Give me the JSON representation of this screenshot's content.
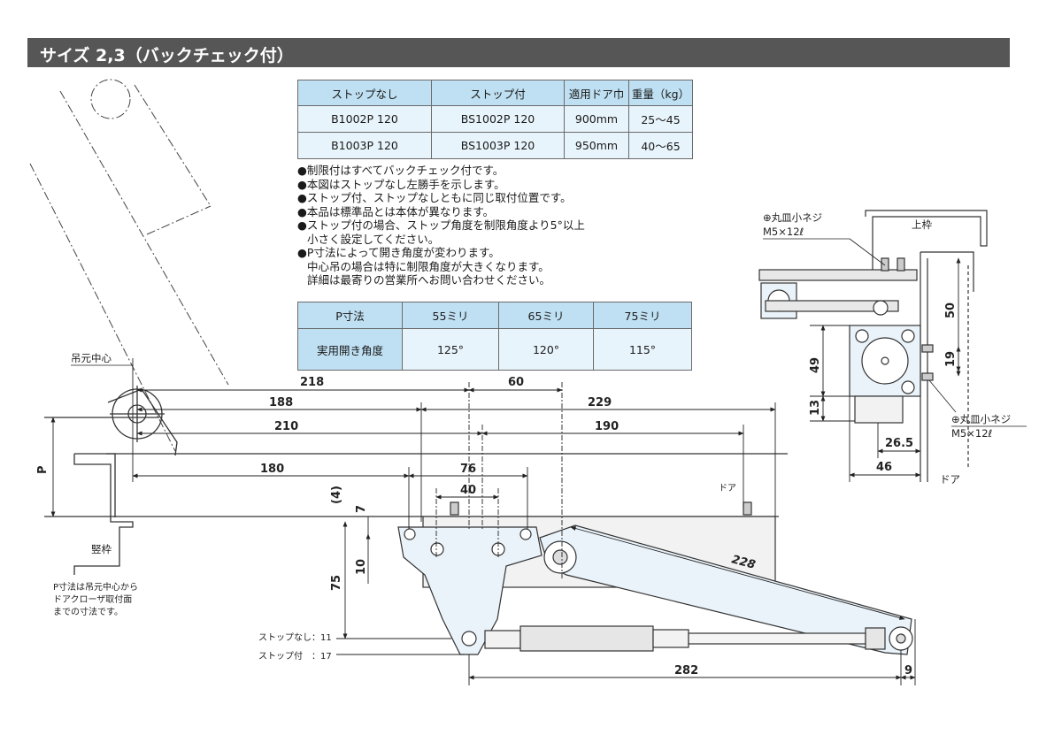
{
  "header": {
    "title": "サイズ  2,3（バックチェック付）"
  },
  "models_table": {
    "headers": [
      "ストップなし",
      "ストップ付",
      "適用ドア巾",
      "重量（kg）"
    ],
    "rows": [
      [
        "B1002P 120",
        "BS1002P 120",
        "900mm",
        "25〜45"
      ],
      [
        "B1003P 120",
        "BS1003P 120",
        "950mm",
        "40〜65"
      ]
    ]
  },
  "notes": [
    "●制限付はすべてバックチェック付です。",
    "●本図はストップなし左勝手を示します。",
    "●ストップ付、ストップなしともに同じ取付位置です。",
    "●本品は標準品とは本体が異なります。",
    "●ストップ付の場合、ストップ角度を制限角度より5°以上",
    "小さく設定してください。",
    "●P寸法によって開き角度が変わります。",
    "中心吊の場合は特に制限角度が大きくなります。",
    "詳細は最寄りの営業所へお問い合わせください。"
  ],
  "p_table": {
    "headers": [
      "P寸法",
      "55ミリ",
      "65ミリ",
      "75ミリ"
    ],
    "row_label": "実用開き角度",
    "values": [
      "125°",
      "120°",
      "115°"
    ]
  },
  "labels": {
    "hinge_center": "吊元中心",
    "p_label": "P",
    "frame_vertical": "竪枠",
    "p_note": [
      "P寸法は吊元中心から",
      "ドアクローザ取付面",
      "までの寸法です。"
    ],
    "door": "ドア",
    "stop_none": "ストップなし：11",
    "stop_with": "ストップ付　：17",
    "screw1": [
      "⊕丸皿小ネジ",
      "M5×12ℓ"
    ],
    "screw2": [
      "⊕丸皿小ネジ",
      "M5×12ℓ"
    ],
    "top_frame": "上枠",
    "door2": "ドア"
  },
  "dims": {
    "d218": "218",
    "d60": "60",
    "d188": "188",
    "d229": "229",
    "d210": "210",
    "d190": "190",
    "d180": "180",
    "d76": "76",
    "d40": "40",
    "d4": "(4)",
    "d7": "7",
    "d10": "10",
    "d75": "75",
    "d228": "228",
    "d282": "282",
    "d9": "9",
    "d50": "50",
    "d19": "19",
    "d49": "49",
    "d13": "13",
    "d26_5": "26.5",
    "d46": "46"
  }
}
